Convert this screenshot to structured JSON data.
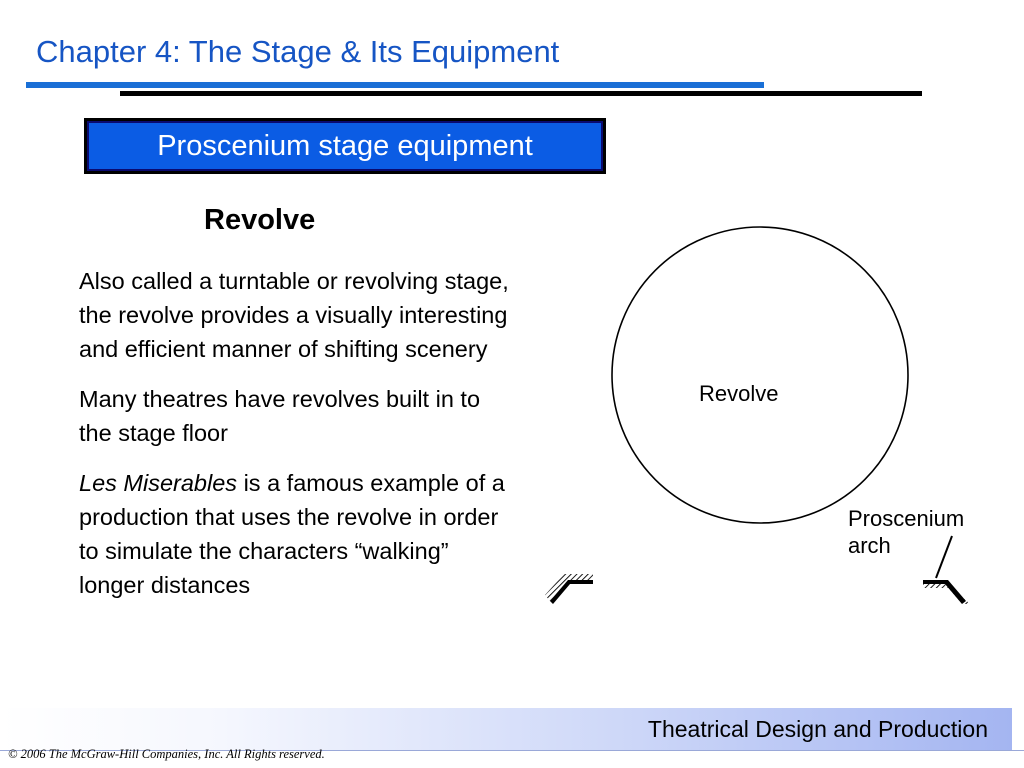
{
  "slide": {
    "chapter_title": "Chapter 4:  The Stage & Its Equipment",
    "section_label": "Proscenium stage equipment",
    "heading": "Revolve",
    "paragraphs": {
      "p1": "Also called a turntable or revolving stage, the revolve provides a visually interesting and efficient manner of shifting scenery",
      "p2": "Many theatres have revolves built in to the stage floor",
      "p3_title": "Les Miserables",
      "p3_rest": " is a famous example of a production that uses the revolve in order to simulate the characters “walking” longer distances"
    }
  },
  "diagram": {
    "revolve_label": "Revolve",
    "arch_label_line1": "Proscenium",
    "arch_label_line2": "arch"
  },
  "footer": {
    "book_title": "Theatrical Design and Production",
    "copyright": "© 2006 The McGraw-Hill Companies, Inc. All Rights reserved."
  },
  "colors": {
    "title_blue": "#1655c4",
    "box_blue": "#0b5ce4",
    "rule_blue": "#1a6fd6"
  }
}
